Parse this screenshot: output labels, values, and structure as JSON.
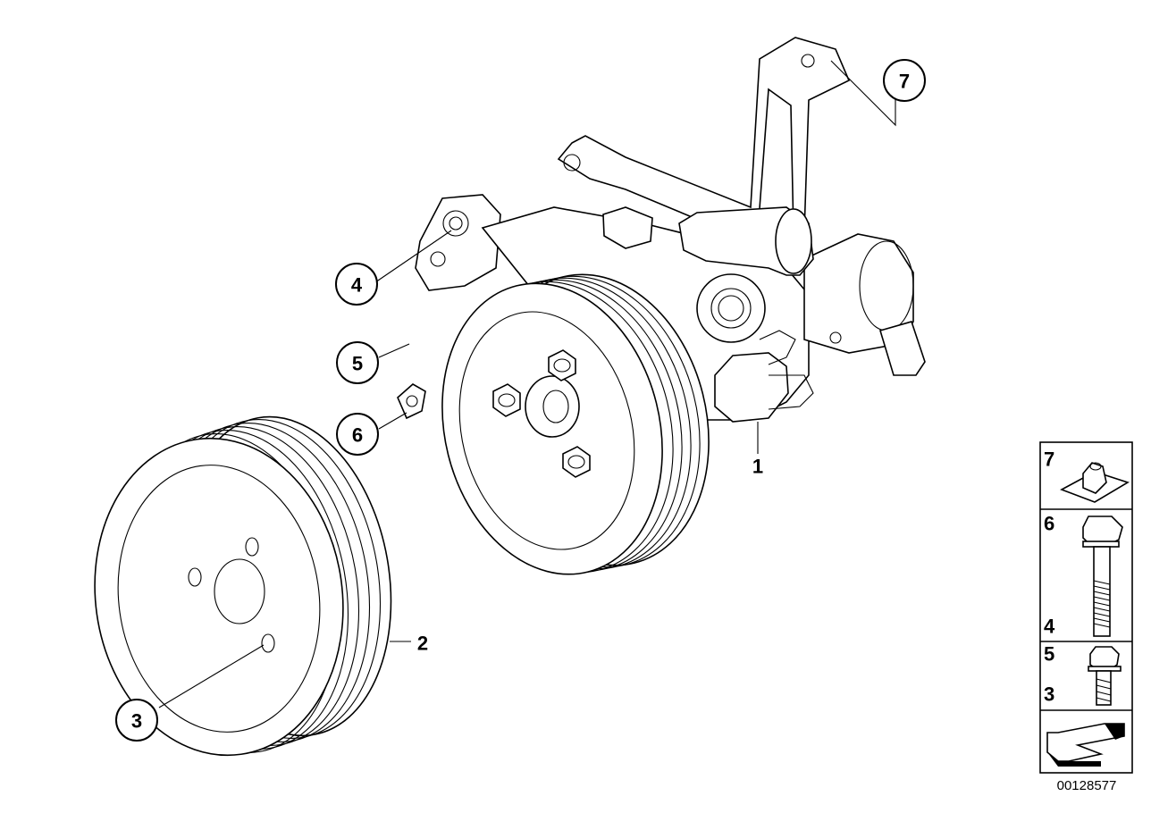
{
  "callouts": {
    "c1": "1",
    "c2": "2",
    "c3": "3",
    "c4": "4",
    "c5": "5",
    "c6": "6",
    "c7": "7"
  },
  "parts_panel": {
    "row_7": "7",
    "row_6": "6",
    "row_4": "4",
    "row_5": "5",
    "row_3": "3"
  },
  "document_number": "00128577"
}
